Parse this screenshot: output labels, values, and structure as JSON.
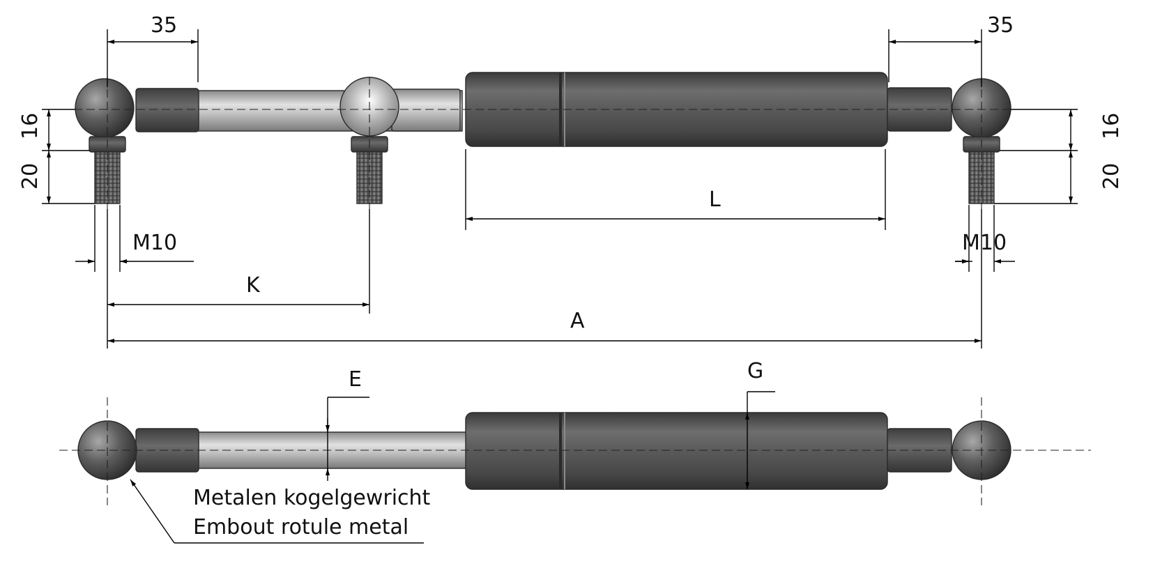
{
  "dimensions": {
    "ball_length_left": "35",
    "ball_length_right": "35",
    "height_16_left": "16",
    "height_20_left": "20",
    "height_16_right": "16",
    "height_20_right": "20",
    "thread_left": "M10",
    "thread_right": "M10",
    "L": "L",
    "K": "K",
    "A": "A",
    "E": "E",
    "G": "G"
  },
  "note": {
    "line1": "Metalen kogelgewricht",
    "line2": "Embout rotule metal"
  },
  "colors": {
    "body_dark": "#4a4a4a",
    "body_mid": "#6b6b6b",
    "rod_light": "#c9c9c9",
    "lines": "#000000"
  }
}
